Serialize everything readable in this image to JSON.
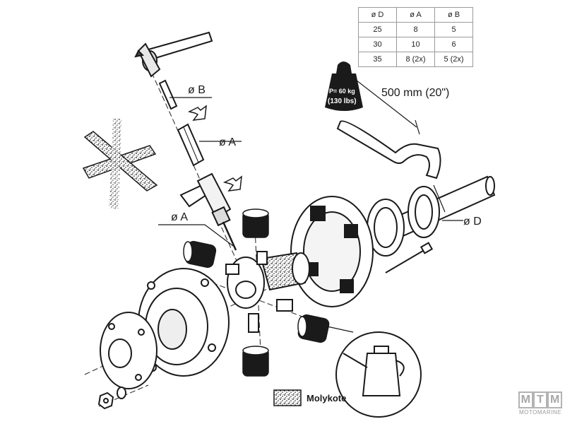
{
  "table": {
    "headers": [
      "ø D",
      "ø A",
      "ø B"
    ],
    "rows": [
      [
        "25",
        "8",
        "5"
      ],
      [
        "30",
        "10",
        "6"
      ],
      [
        "35",
        "8 (2x)",
        "5 (2x)"
      ]
    ]
  },
  "labels": {
    "dia_b": "ø B",
    "dia_a_tube": "ø A",
    "dia_a_drill": "ø A",
    "dia_d": "ø D",
    "distance": "500 mm (20\")",
    "weight_line1": "P= 60 kg",
    "weight_line2": "(130 lbs)",
    "legend": "Molykote"
  },
  "brand": {
    "letters": [
      "M",
      "T",
      "M"
    ],
    "name": "MOTOMARINE"
  },
  "colors": {
    "ink": "#1a1a1a",
    "grid": "#9a9a9a",
    "brand": "#a8a8a8"
  }
}
